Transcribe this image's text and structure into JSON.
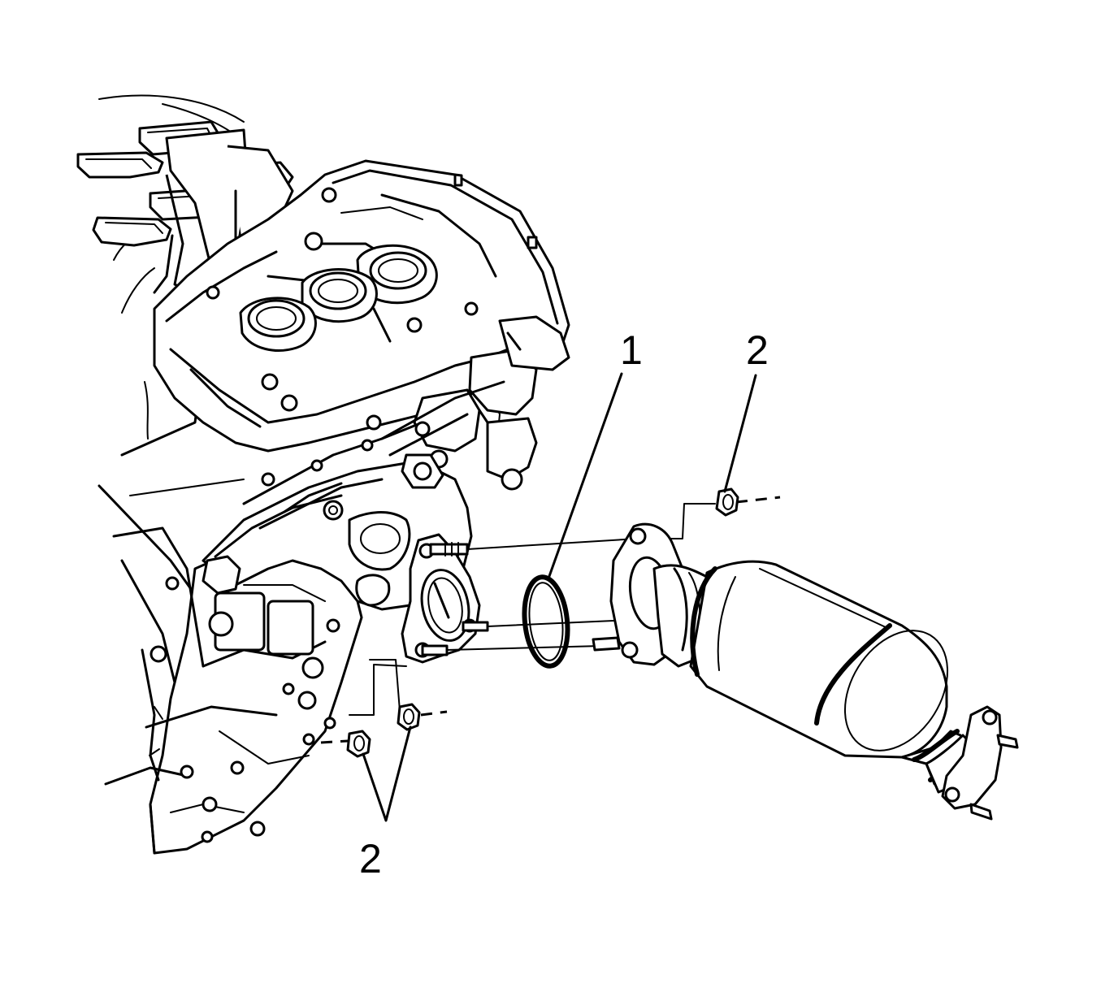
{
  "callouts": {
    "gasket_label": "1",
    "nut_upper_label": "2",
    "nuts_lower_label": "2"
  },
  "colors": {
    "line": "#000000",
    "background": "#ffffff"
  }
}
